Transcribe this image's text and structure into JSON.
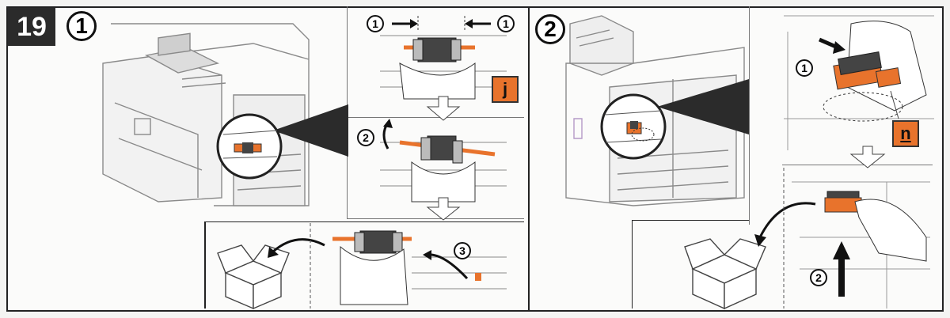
{
  "step": {
    "number": "19"
  },
  "section1": {
    "marker": "1"
  },
  "section2": {
    "marker": "2"
  },
  "sub_markers": {
    "push_left": "1",
    "push_right": "1",
    "rotate": "2",
    "remove": "3",
    "n_push": "1",
    "n_lift": "2"
  },
  "tags": {
    "roller": "j",
    "separator": "n"
  },
  "colors": {
    "accent": "#e8732c",
    "ink": "#222222",
    "badge_bg": "#2b2b2b"
  }
}
